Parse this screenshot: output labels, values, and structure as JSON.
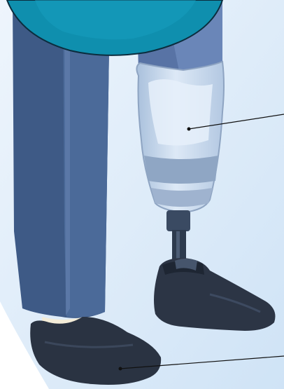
{
  "scene": {
    "subject": "prosthetic-leg-illustration",
    "colors": {
      "background_light": "#eef5fc",
      "background_blue": "#cfe3f6",
      "torso_teal": "#0f8fae",
      "torso_outline": "#0b2d3e",
      "trousers_dark": "#3e5a86",
      "trousers_mid": "#4b6a99",
      "trousers_light": "#6682b1",
      "socket_translucent": "#c9dcef",
      "socket_band": "#8fa6c4",
      "pylon_dark": "#2c3a4d",
      "foot_dark": "#2c3545",
      "shoe_dark": "#2a3342",
      "sock_cream": "#f3ecd8",
      "callout_line": "#111111"
    },
    "callouts": [
      {
        "target": "prosthetic-socket"
      },
      {
        "target": "shoe"
      }
    ]
  }
}
